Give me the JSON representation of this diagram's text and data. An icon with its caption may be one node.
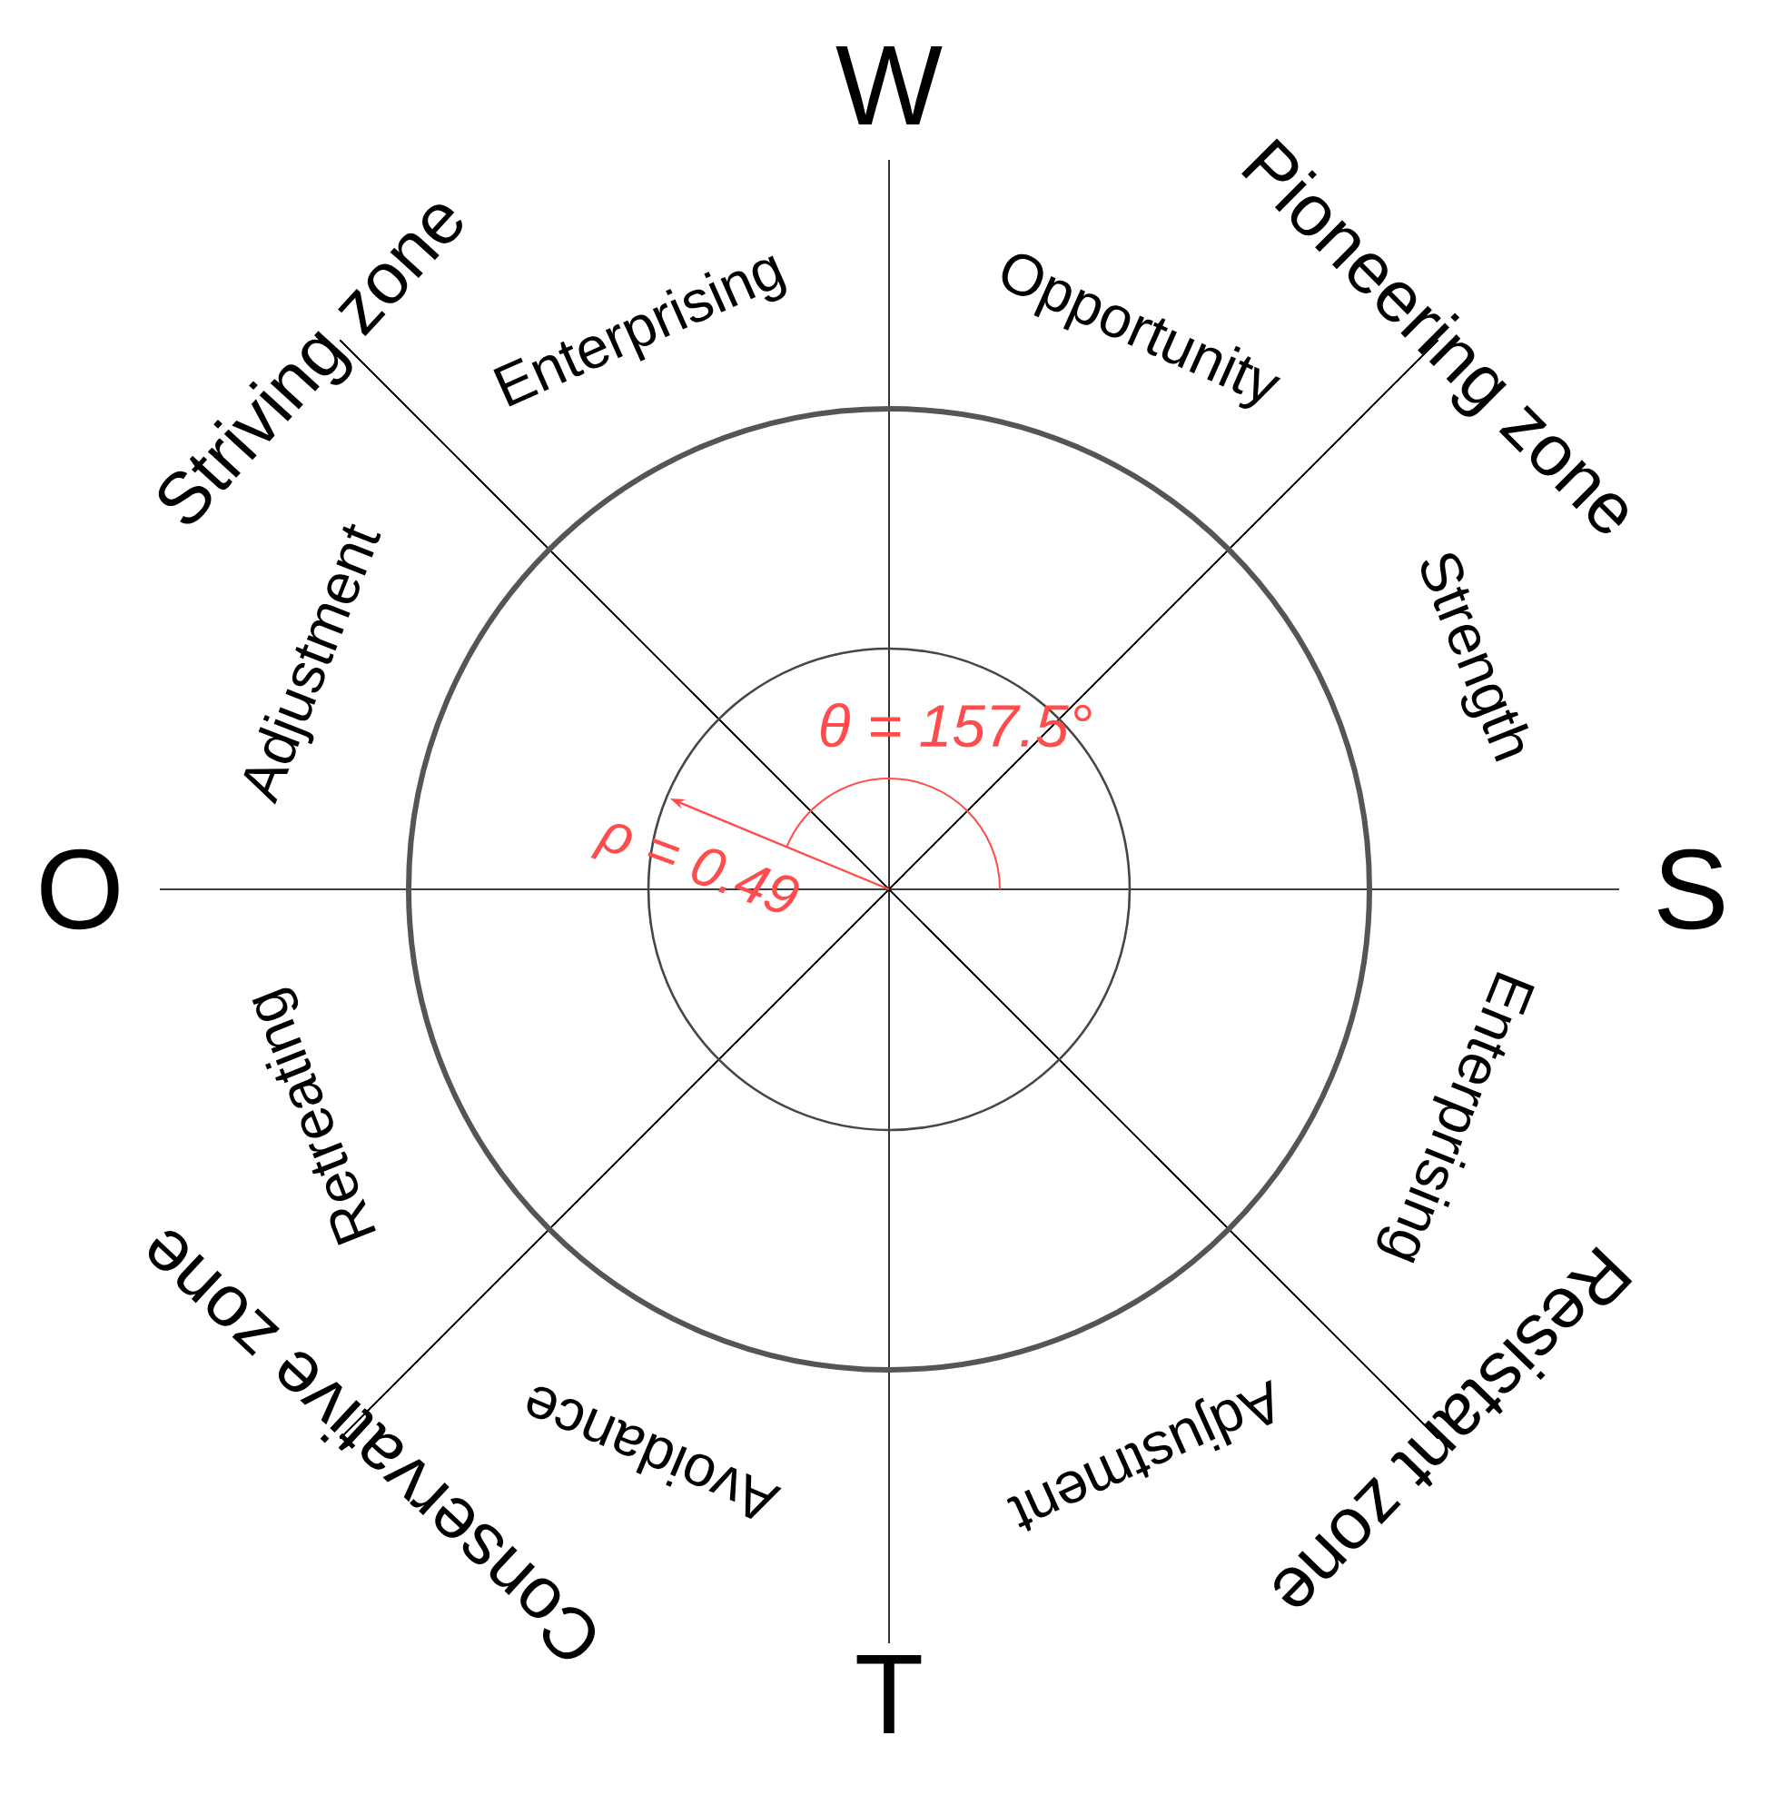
{
  "diagram": {
    "labels": [
      "W",
      "Striving zone",
      "Enterprising",
      "Opportunity",
      "Pioneering zone",
      "Adjustment",
      "Strength",
      "θ = 157.5°",
      "O",
      "ρ = 0.49",
      "S",
      "Retreating",
      "Enterprising",
      "Conservative zone",
      "Avoidance",
      "Adjustment",
      "Resistant zone",
      "T"
    ]
  }
}
